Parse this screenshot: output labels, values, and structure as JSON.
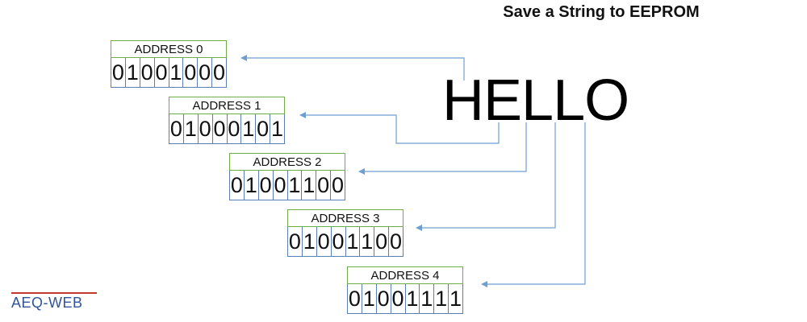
{
  "title": "Save a String to EEPROM",
  "word": "HELLO",
  "logo": "AEQ-WEB",
  "colors": {
    "address_border": "#70ad47",
    "bits_border": "#5b7fb5",
    "arrow": "#6e9fd0",
    "logo_text": "#2f5597",
    "logo_bar": "#c0392b"
  },
  "memory": [
    {
      "address": "ADDRESS 0",
      "bits": [
        "0",
        "1",
        "0",
        "0",
        "1",
        "0",
        "0",
        "0"
      ]
    },
    {
      "address": "ADDRESS 1",
      "bits": [
        "0",
        "1",
        "0",
        "0",
        "0",
        "1",
        "0",
        "1"
      ]
    },
    {
      "address": "ADDRESS 2",
      "bits": [
        "0",
        "1",
        "0",
        "0",
        "1",
        "1",
        "0",
        "0"
      ]
    },
    {
      "address": "ADDRESS 3",
      "bits": [
        "0",
        "1",
        "0",
        "0",
        "1",
        "1",
        "0",
        "0"
      ]
    },
    {
      "address": "ADDRESS 4",
      "bits": [
        "0",
        "1",
        "0",
        "0",
        "1",
        "1",
        "1",
        "1"
      ]
    }
  ]
}
